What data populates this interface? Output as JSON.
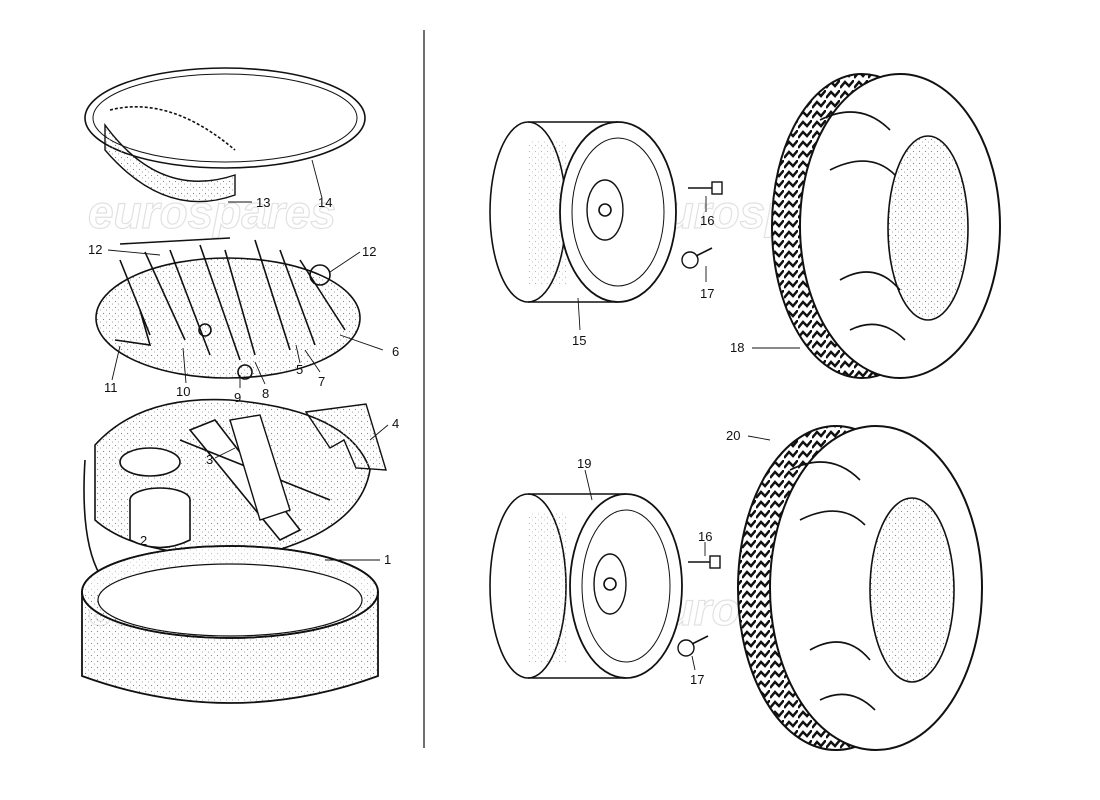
{
  "watermark": "eurospares",
  "colors": {
    "ink": "#111111",
    "paper": "#ffffff",
    "stipple": "#888888"
  },
  "callouts": [
    {
      "id": "1",
      "text": "1"
    },
    {
      "id": "2",
      "text": "2"
    },
    {
      "id": "3",
      "text": "3"
    },
    {
      "id": "4",
      "text": "4"
    },
    {
      "id": "5",
      "text": "5"
    },
    {
      "id": "6",
      "text": "6"
    },
    {
      "id": "7",
      "text": "7"
    },
    {
      "id": "8",
      "text": "8"
    },
    {
      "id": "9",
      "text": "9"
    },
    {
      "id": "10",
      "text": "10"
    },
    {
      "id": "11",
      "text": "11"
    },
    {
      "id": "12a",
      "text": "12"
    },
    {
      "id": "12b",
      "text": "12"
    },
    {
      "id": "13",
      "text": "13"
    },
    {
      "id": "14",
      "text": "14"
    },
    {
      "id": "15",
      "text": "15"
    },
    {
      "id": "16a",
      "text": "16"
    },
    {
      "id": "16b",
      "text": "16"
    },
    {
      "id": "17a",
      "text": "17"
    },
    {
      "id": "17b",
      "text": "17"
    },
    {
      "id": "18",
      "text": "18"
    },
    {
      "id": "19",
      "text": "19"
    },
    {
      "id": "20",
      "text": "20"
    }
  ]
}
